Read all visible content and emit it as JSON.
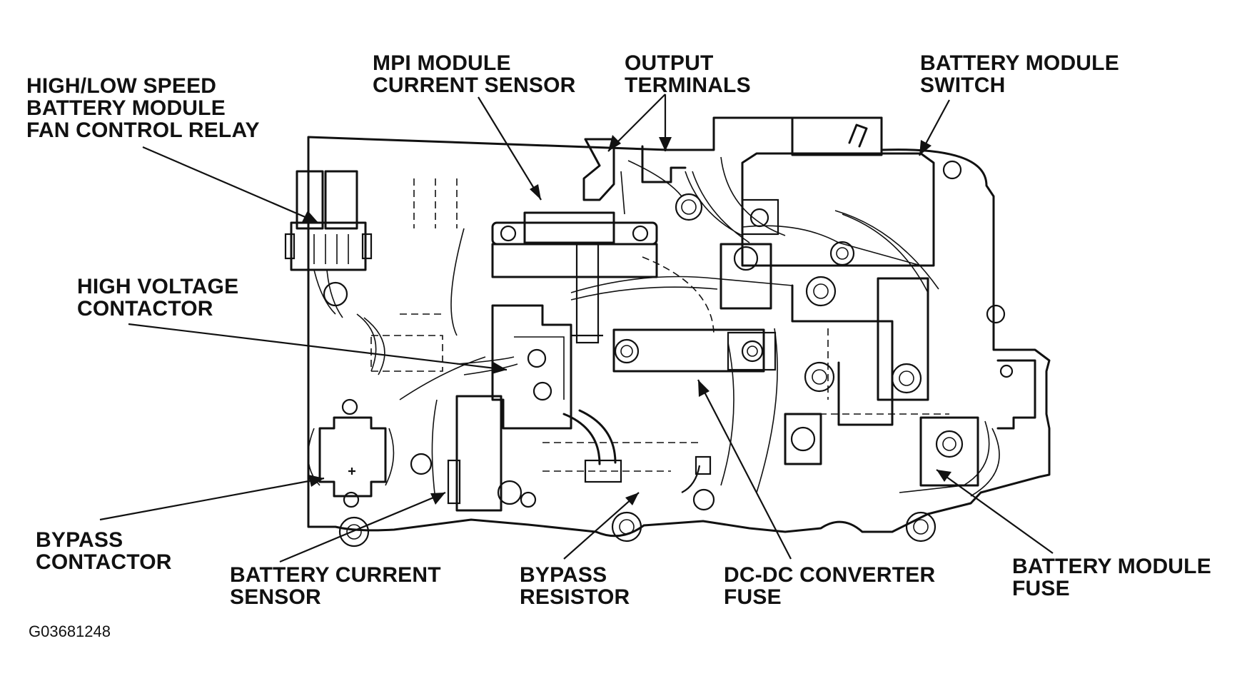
{
  "figure_id": "G03681248",
  "callouts": [
    {
      "key": "fan-relay",
      "lines": [
        "HIGH/LOW SPEED",
        "BATTERY MODULE",
        "FAN CONTROL RELAY"
      ]
    },
    {
      "key": "mpi-sensor",
      "lines": [
        "MPI MODULE",
        "CURRENT SENSOR"
      ]
    },
    {
      "key": "output-terminals",
      "lines": [
        "OUTPUT",
        "TERMINALS"
      ]
    },
    {
      "key": "battery-switch",
      "lines": [
        "BATTERY MODULE",
        "SWITCH"
      ]
    },
    {
      "key": "hv-contactor",
      "lines": [
        "HIGH VOLTAGE",
        "CONTACTOR"
      ]
    },
    {
      "key": "bypass-contactor",
      "lines": [
        "BYPASS",
        "CONTACTOR"
      ]
    },
    {
      "key": "battery-current-sensor",
      "lines": [
        "BATTERY CURRENT",
        "SENSOR"
      ]
    },
    {
      "key": "bypass-resistor",
      "lines": [
        "BYPASS",
        "RESISTOR"
      ]
    },
    {
      "key": "dcdc-fuse",
      "lines": [
        "DC-DC CONVERTER",
        "FUSE"
      ]
    },
    {
      "key": "battery-fuse",
      "lines": [
        "BATTERY MODULE",
        "FUSE"
      ]
    }
  ]
}
